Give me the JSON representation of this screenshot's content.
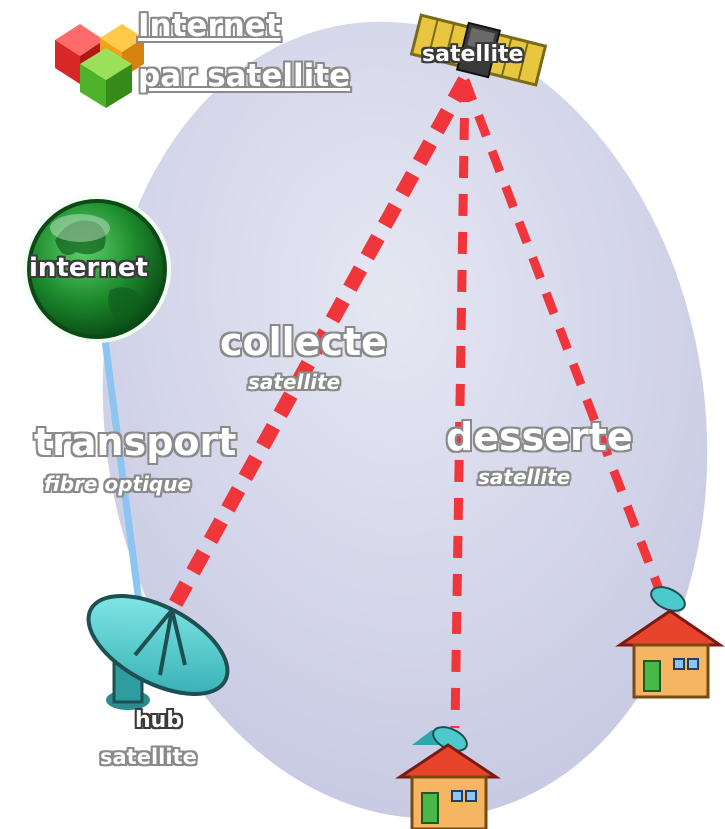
{
  "title": {
    "line1": "Internet",
    "line2": "par satellite"
  },
  "nodes": {
    "satellite": "satellite",
    "internet": "internet",
    "hub": {
      "line1": "hub",
      "line2": "satellite"
    }
  },
  "links": {
    "transport": {
      "label": "transport",
      "sublabel": "fibre optique"
    },
    "collecte": {
      "label": "collecte",
      "sublabel": "satellite"
    },
    "desserte": {
      "label": "desserte",
      "sublabel": "satellite"
    }
  },
  "colors": {
    "coverage_area": "#c9cbe4",
    "satellite_link": "#f0353b",
    "fiber_link": "#8cc4f2",
    "globe": "#1e8e2e",
    "dish": "#4cc9cc",
    "house_roof": "#e8442c",
    "house_wall": "#f5b562",
    "house_door": "#48b84a"
  },
  "icons": [
    "logo-cubes-icon",
    "satellite-icon",
    "globe-icon",
    "dish-icon",
    "house-icon"
  ]
}
